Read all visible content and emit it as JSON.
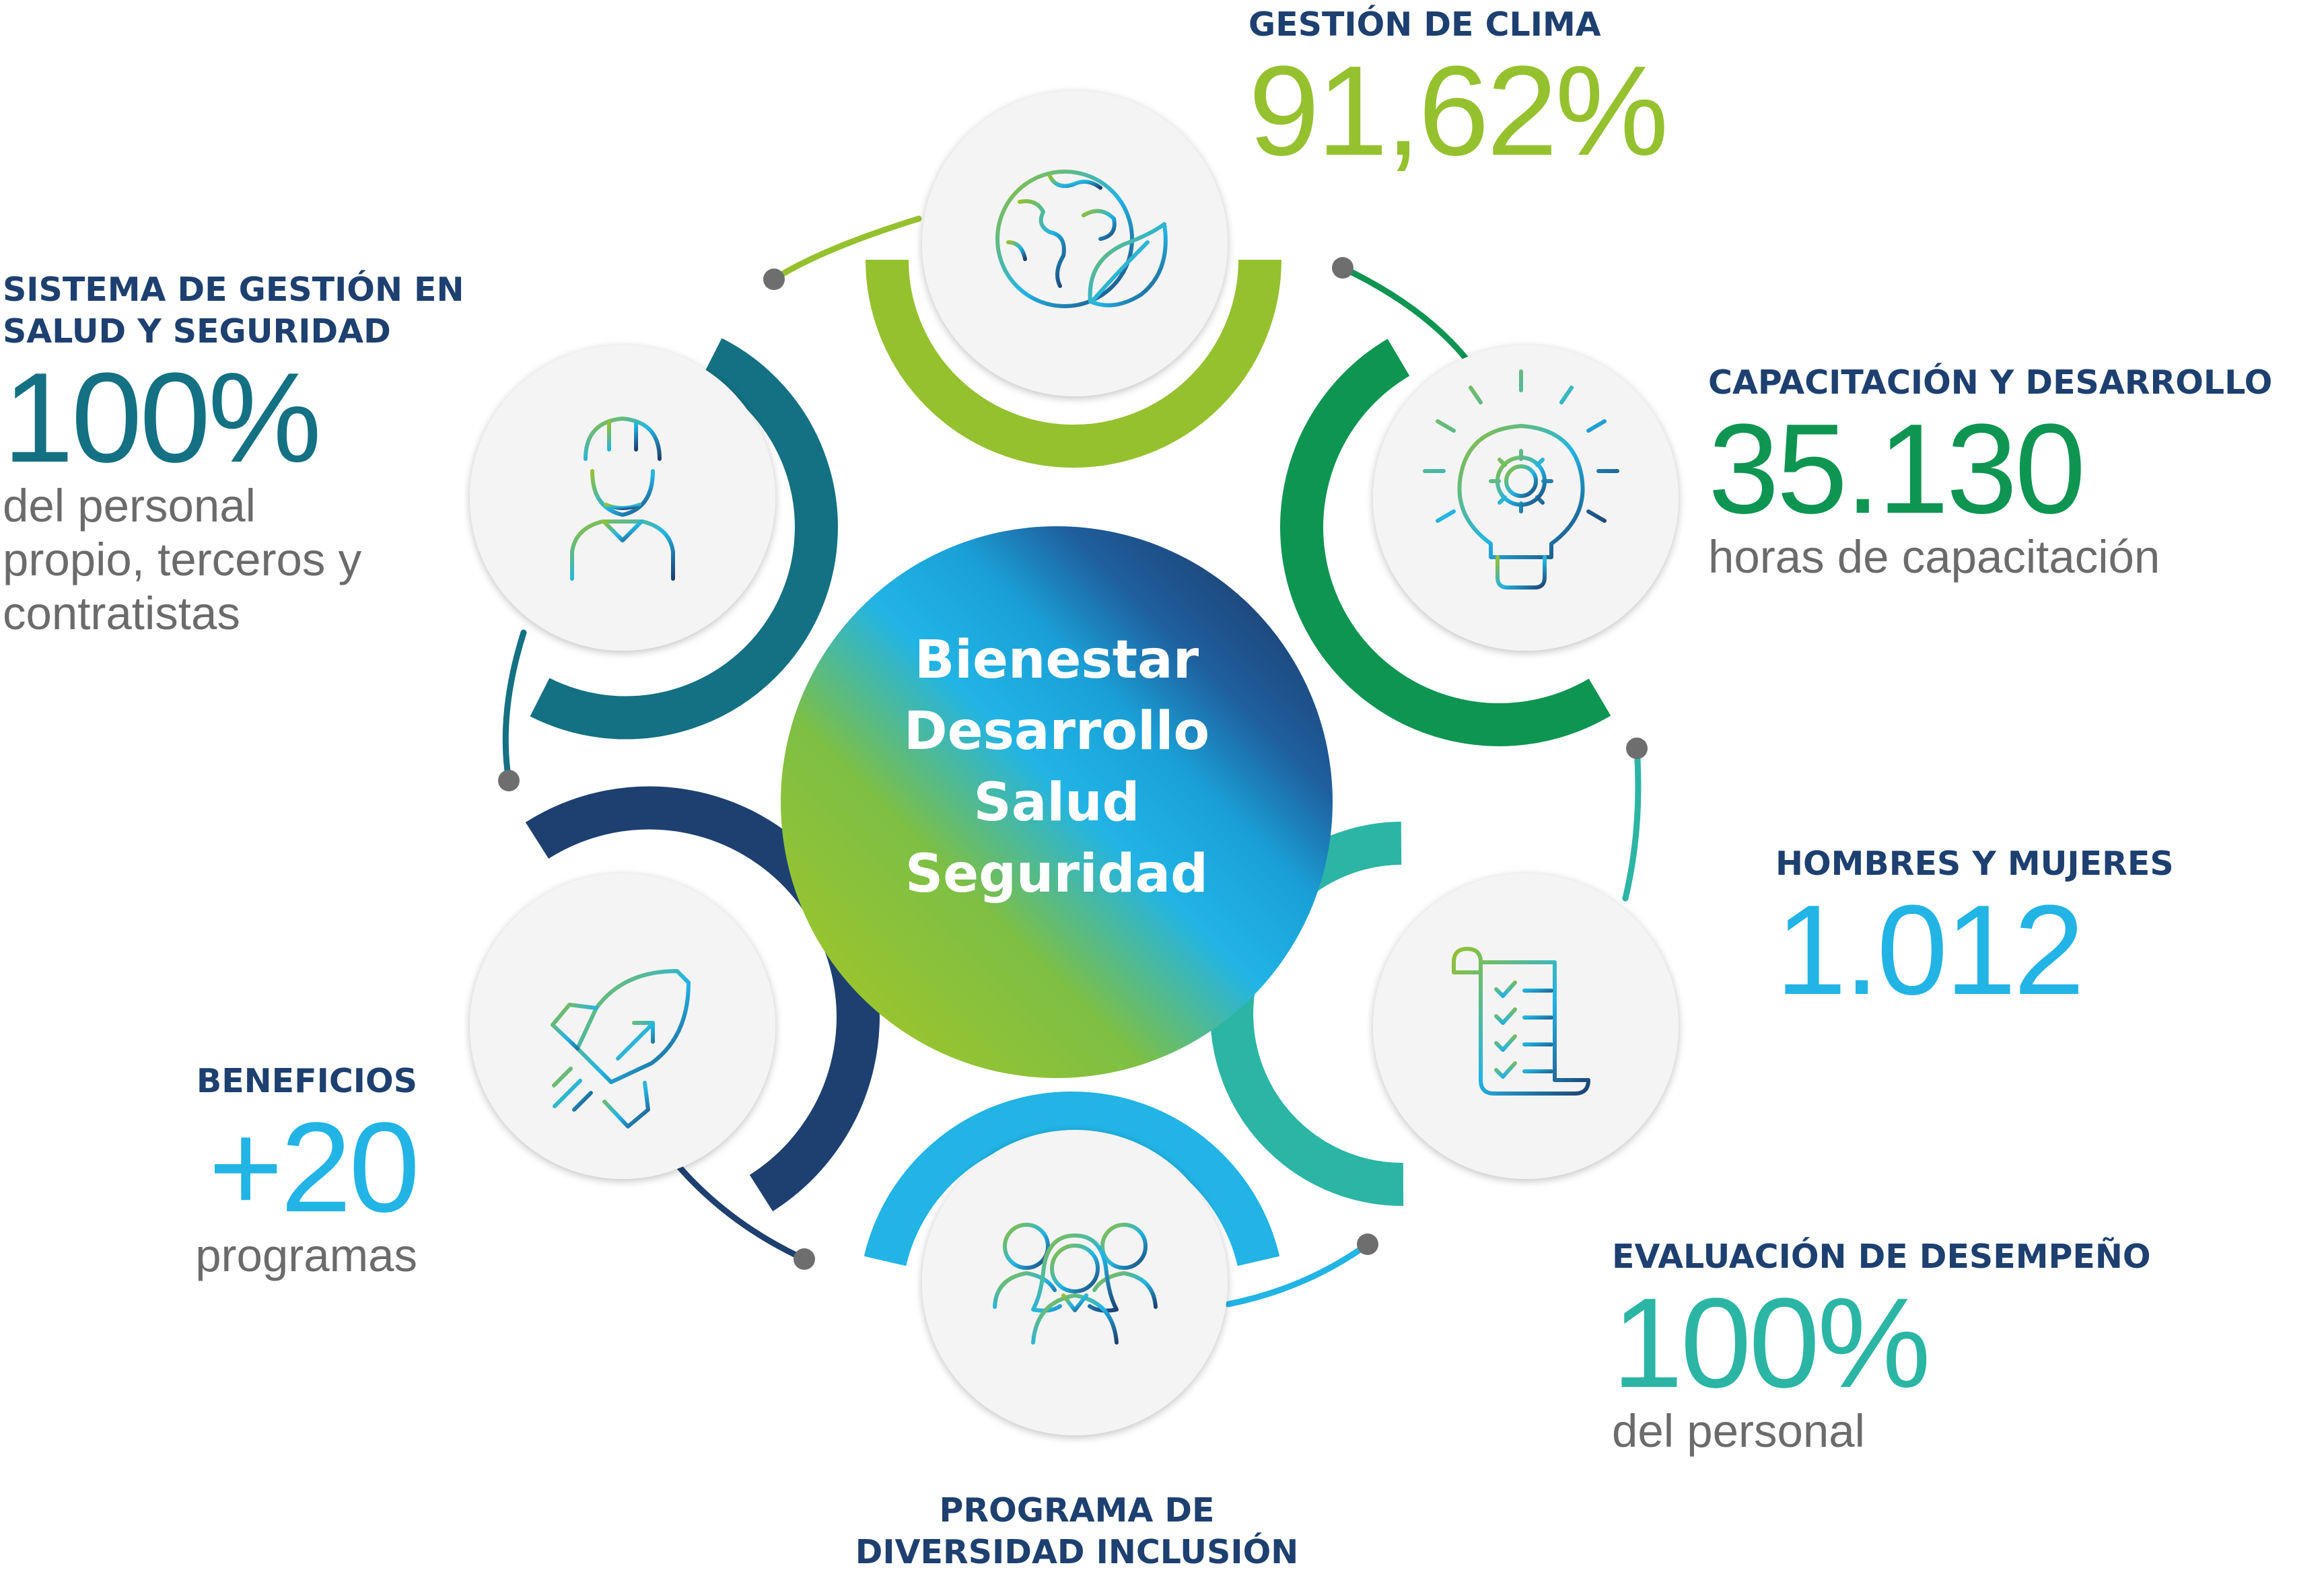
{
  "center": {
    "lines": [
      "Bienestar",
      "Desarrollo",
      "Salud",
      "Seguridad"
    ]
  },
  "colors": {
    "lime": "#96c12f",
    "green": "#0e9552",
    "teal": "#2bb5a5",
    "sky": "#21b4e5",
    "navy": "#1d4070",
    "petrol": "#137183",
    "title": "#1d4070",
    "text": "#6b6b6b"
  },
  "stats": {
    "clima": {
      "title": "GESTIÓN DE CLIMA",
      "value": "91,62%",
      "icon": "globe-leaf-icon"
    },
    "capacitacion": {
      "title": "CAPACITACIÓN Y DESARROLLO",
      "value": "35.130",
      "desc": "horas de capacitación",
      "icon": "lightbulb-gear-icon"
    },
    "hombres": {
      "title": "HOMBRES Y MUJERES",
      "value": "1.012",
      "icon": "checklist-scroll-icon"
    },
    "evaluacion": {
      "title": "EVALUACIÓN DE DESEMPEÑO",
      "value": "100%",
      "desc": "del personal"
    },
    "diversidad": {
      "title_lines": [
        "PROGRAMA DE",
        "DIVERSIDAD INCLUSIÓN"
      ],
      "icon": "people-group-icon"
    },
    "beneficios": {
      "title": "BENEFICIOS",
      "value": "+20",
      "desc": "programas",
      "icon": "rocket-icon"
    },
    "sistema": {
      "title_lines": [
        "SISTEMA DE GESTIÓN EN",
        "SALUD Y SEGURIDAD"
      ],
      "value": "100%",
      "desc_lines": [
        "del personal",
        "propio, terceros y",
        "contratistas"
      ],
      "icon": "worker-helmet-icon"
    }
  }
}
